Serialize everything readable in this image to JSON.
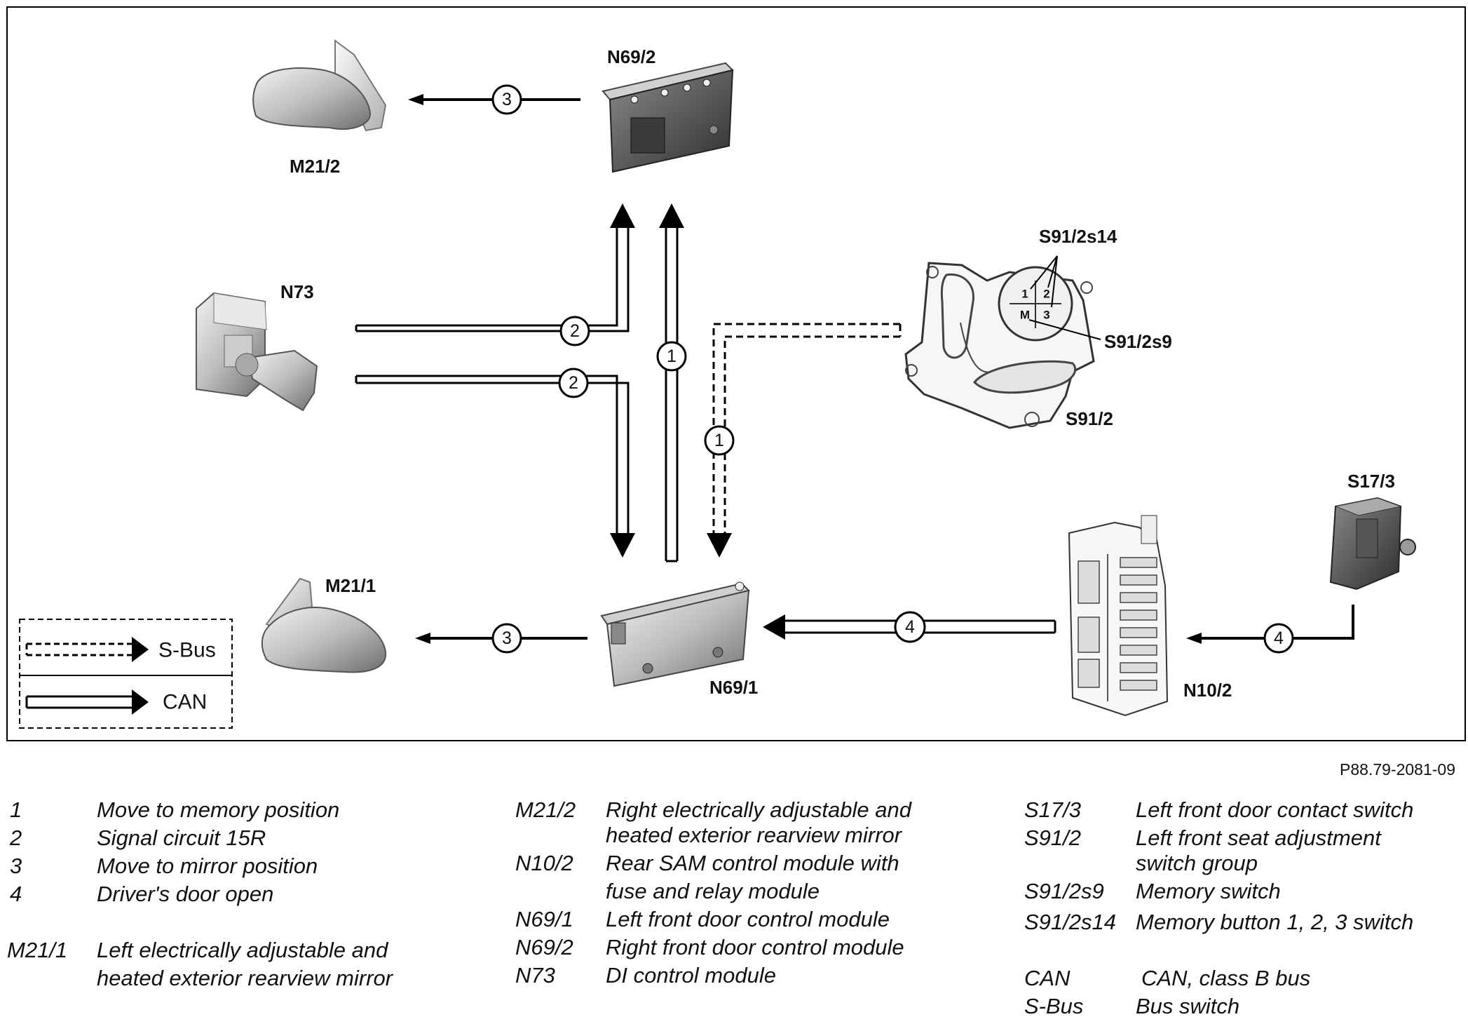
{
  "components": {
    "n69_2": "N69/2",
    "m21_2": "M21/2",
    "n73": "N73",
    "s91_2s14": "S91/2s14",
    "s91_2s9": "S91/2s9",
    "s91_2": "S91/2",
    "s17_3": "S17/3",
    "m21_1": "M21/1",
    "n69_1": "N69/1",
    "n10_2": "N10/2"
  },
  "switch_buttons": {
    "b1": "1",
    "b2": "2",
    "b3": "3",
    "bm": "M"
  },
  "signals": {
    "s1": "1",
    "s2": "2",
    "s3": "3",
    "s4": "4"
  },
  "legend": {
    "sbus": "S-Bus",
    "can": "CAN"
  },
  "figure_code": "P88.79-2081-09",
  "key": {
    "col1": [
      {
        "code": "1",
        "desc": "Move to memory position"
      },
      {
        "code": "2",
        "desc": "Signal circuit 15R"
      },
      {
        "code": "3",
        "desc": "Move to mirror position"
      },
      {
        "code": "4",
        "desc": "Driver's door open"
      },
      {
        "code": "M21/1",
        "desc1": "Left electrically adjustable and",
        "desc2": "heated exterior rearview mirror"
      }
    ],
    "col2": [
      {
        "code": "M21/2",
        "desc1": "Right electrically adjustable and",
        "desc2": "heated exterior rearview mirror"
      },
      {
        "code": "N10/2",
        "desc1": "Rear SAM control module with",
        "desc2": "fuse and relay module"
      },
      {
        "code": "N69/1",
        "desc": "Left front door control module"
      },
      {
        "code": "N69/2",
        "desc": "Right front door control module"
      },
      {
        "code": "N73",
        "desc": "DI control module"
      }
    ],
    "col3": [
      {
        "code": "S17/3",
        "desc": "Left front door contact switch"
      },
      {
        "code": "S91/2",
        "desc1": "Left front seat adjustment",
        "desc2": "switch group"
      },
      {
        "code": "S91/2s9",
        "desc": "Memory switch"
      },
      {
        "code": "S91/2s14",
        "desc": "Memory button 1, 2, 3 switch"
      },
      {
        "code": "CAN",
        "desc": "CAN, class B bus"
      },
      {
        "code": "S-Bus",
        "desc": "Bus switch"
      }
    ]
  }
}
